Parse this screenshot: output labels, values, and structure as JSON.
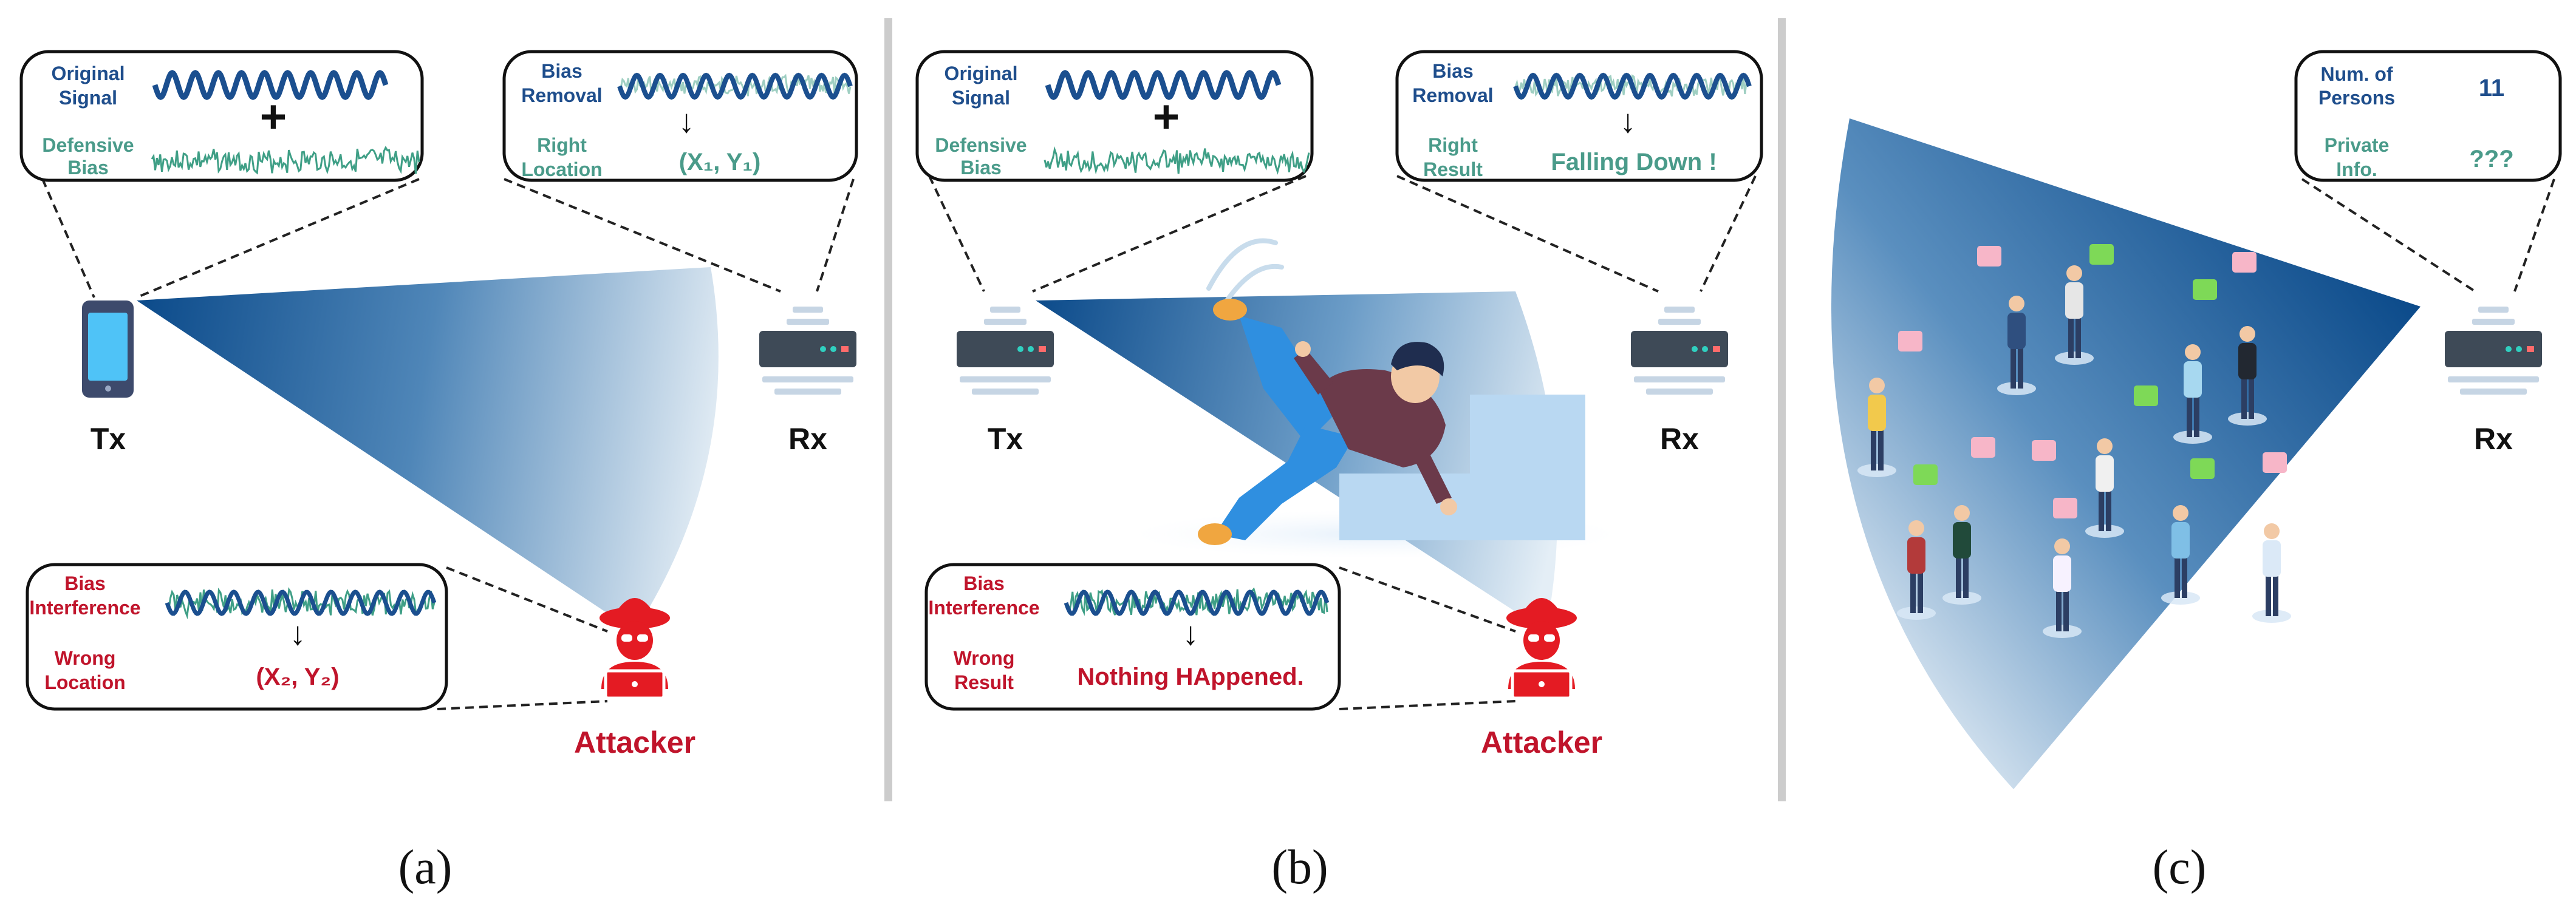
{
  "colors": {
    "blue_text": "#1f4e8c",
    "teal_text": "#4a9b8a",
    "red_text": "#c0142b",
    "divider": "#cccccc",
    "wave_blue": "#1b4f8f",
    "wave_teal": "#3f9f86",
    "beam_dark": "#0b4a8a",
    "beam_light": "#cfe0ee"
  },
  "panels": [
    {
      "caption": "(a)",
      "tx_label": "Tx",
      "rx_label": "Rx",
      "attacker_label": "Attacker",
      "tx_box": {
        "signal_label": [
          "Original",
          "Signal"
        ],
        "bias_label": [
          "Defensive",
          "Bias"
        ],
        "plus": "+"
      },
      "rx_box": {
        "top_label": [
          "Bias",
          "Removal"
        ],
        "arrow": "↓",
        "result_label": [
          "Right",
          "Location"
        ],
        "result_value": "(X₁, Y₁)"
      },
      "attacker_box": {
        "top_label": [
          "Bias",
          "Interference"
        ],
        "arrow": "↓",
        "result_label": [
          "Wrong",
          "Location"
        ],
        "result_value": "(X₂, Y₂)"
      }
    },
    {
      "caption": "(b)",
      "tx_label": "Tx",
      "rx_label": "Rx",
      "attacker_label": "Attacker",
      "tx_box": {
        "signal_label": [
          "Original",
          "Signal"
        ],
        "bias_label": [
          "Defensive",
          "Bias"
        ],
        "plus": "+"
      },
      "rx_box": {
        "top_label": [
          "Bias",
          "Removal"
        ],
        "arrow": "↓",
        "result_label": [
          "Right",
          "Result"
        ],
        "result_value": "Falling Down !"
      },
      "attacker_box": {
        "top_label": [
          "Bias",
          "Interference"
        ],
        "arrow": "↓",
        "result_label": [
          "Wrong",
          "Result"
        ],
        "result_value": "Nothing HAppened."
      }
    },
    {
      "caption": "(c)",
      "rx_label": "Rx",
      "info_box": {
        "row1_label": [
          "Num. of",
          "Persons"
        ],
        "row1_value": "11",
        "row2_label": [
          "Private",
          "Info."
        ],
        "row2_value": "???"
      }
    }
  ]
}
